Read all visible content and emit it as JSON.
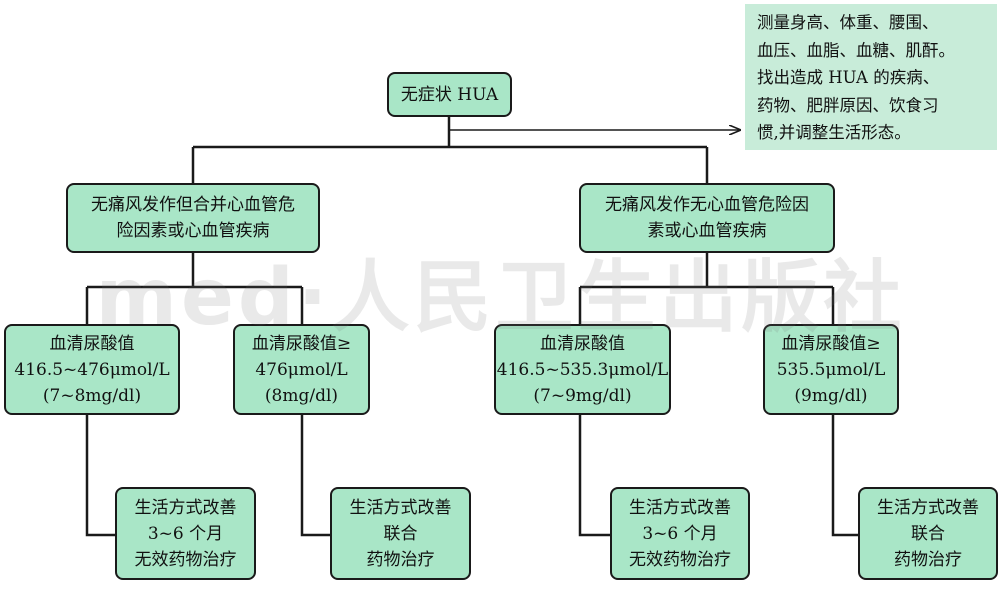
{
  "colors": {
    "box_fill": "#a9e6c7",
    "note_fill": "#c8ecd9",
    "line": "#1a1a1a"
  },
  "root": {
    "text": "无症状 HUA"
  },
  "note": {
    "lines": [
      "测量身高、体重、腰围、",
      "血压、血脂、血糖、肌酐。",
      "找出造成 HUA 的疾病、",
      "药物、肥胖原因、饮食习",
      "惯,并调整生活形态。"
    ]
  },
  "branches": {
    "left": {
      "lines": [
        "无痛风发作但合并心血管危",
        "险因素或心血管疾病"
      ]
    },
    "right": {
      "lines": [
        "无痛风发作无心血管危险因",
        "素或心血管疾病"
      ]
    }
  },
  "criteria": [
    {
      "lines": [
        "血清尿酸值",
        "416.5~476μmol/L",
        "(7~8mg/dl)"
      ]
    },
    {
      "lines": [
        "血清尿酸值≥",
        "476μmol/L",
        "(8mg/dl)"
      ]
    },
    {
      "lines": [
        "血清尿酸值",
        "416.5~535.3μmol/L",
        "(7~9mg/dl)"
      ]
    },
    {
      "lines": [
        "血清尿酸值≥",
        "535.5μmol/L",
        "(9mg/dl)"
      ]
    }
  ],
  "treatments": [
    {
      "lines": [
        "生活方式改善",
        "3~6 个月",
        "无效药物治疗"
      ]
    },
    {
      "lines": [
        "生活方式改善",
        "联合",
        "药物治疗"
      ]
    },
    {
      "lines": [
        "生活方式改善",
        "3~6 个月",
        "无效药物治疗"
      ]
    },
    {
      "lines": [
        "生活方式改善",
        "联合",
        "药物治疗"
      ]
    }
  ],
  "watermark": {
    "text": "med·人民卫生出版社"
  }
}
